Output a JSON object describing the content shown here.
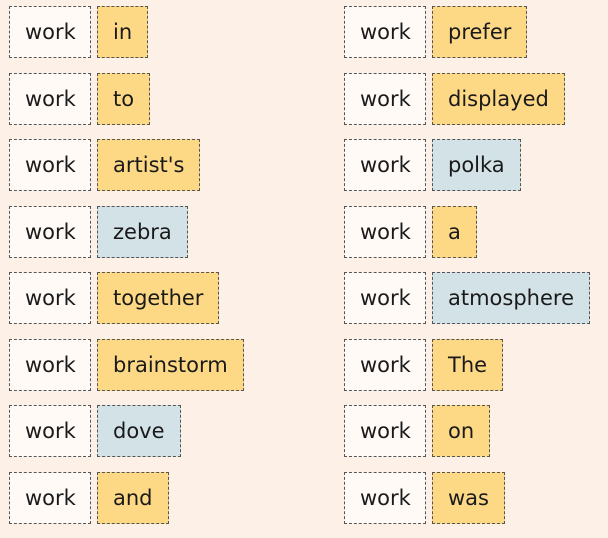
{
  "base_word": "work",
  "colors": {
    "background": "#fdf0e6",
    "base_tile": "#fffaf6",
    "yellow": "#fdd986",
    "blue": "#d3e2e7"
  },
  "left_column": [
    {
      "word": "in",
      "color": "yellow"
    },
    {
      "word": "to",
      "color": "yellow"
    },
    {
      "word": "artist's",
      "color": "yellow"
    },
    {
      "word": "zebra",
      "color": "blue"
    },
    {
      "word": "together",
      "color": "yellow"
    },
    {
      "word": "brainstorm",
      "color": "yellow"
    },
    {
      "word": "dove",
      "color": "blue"
    },
    {
      "word": "and",
      "color": "yellow"
    }
  ],
  "right_column": [
    {
      "word": "prefer",
      "color": "yellow"
    },
    {
      "word": "displayed",
      "color": "yellow"
    },
    {
      "word": "polka",
      "color": "blue"
    },
    {
      "word": "a",
      "color": "yellow"
    },
    {
      "word": "atmosphere",
      "color": "blue"
    },
    {
      "word": "The",
      "color": "yellow"
    },
    {
      "word": "on",
      "color": "yellow"
    },
    {
      "word": "was",
      "color": "yellow"
    }
  ]
}
